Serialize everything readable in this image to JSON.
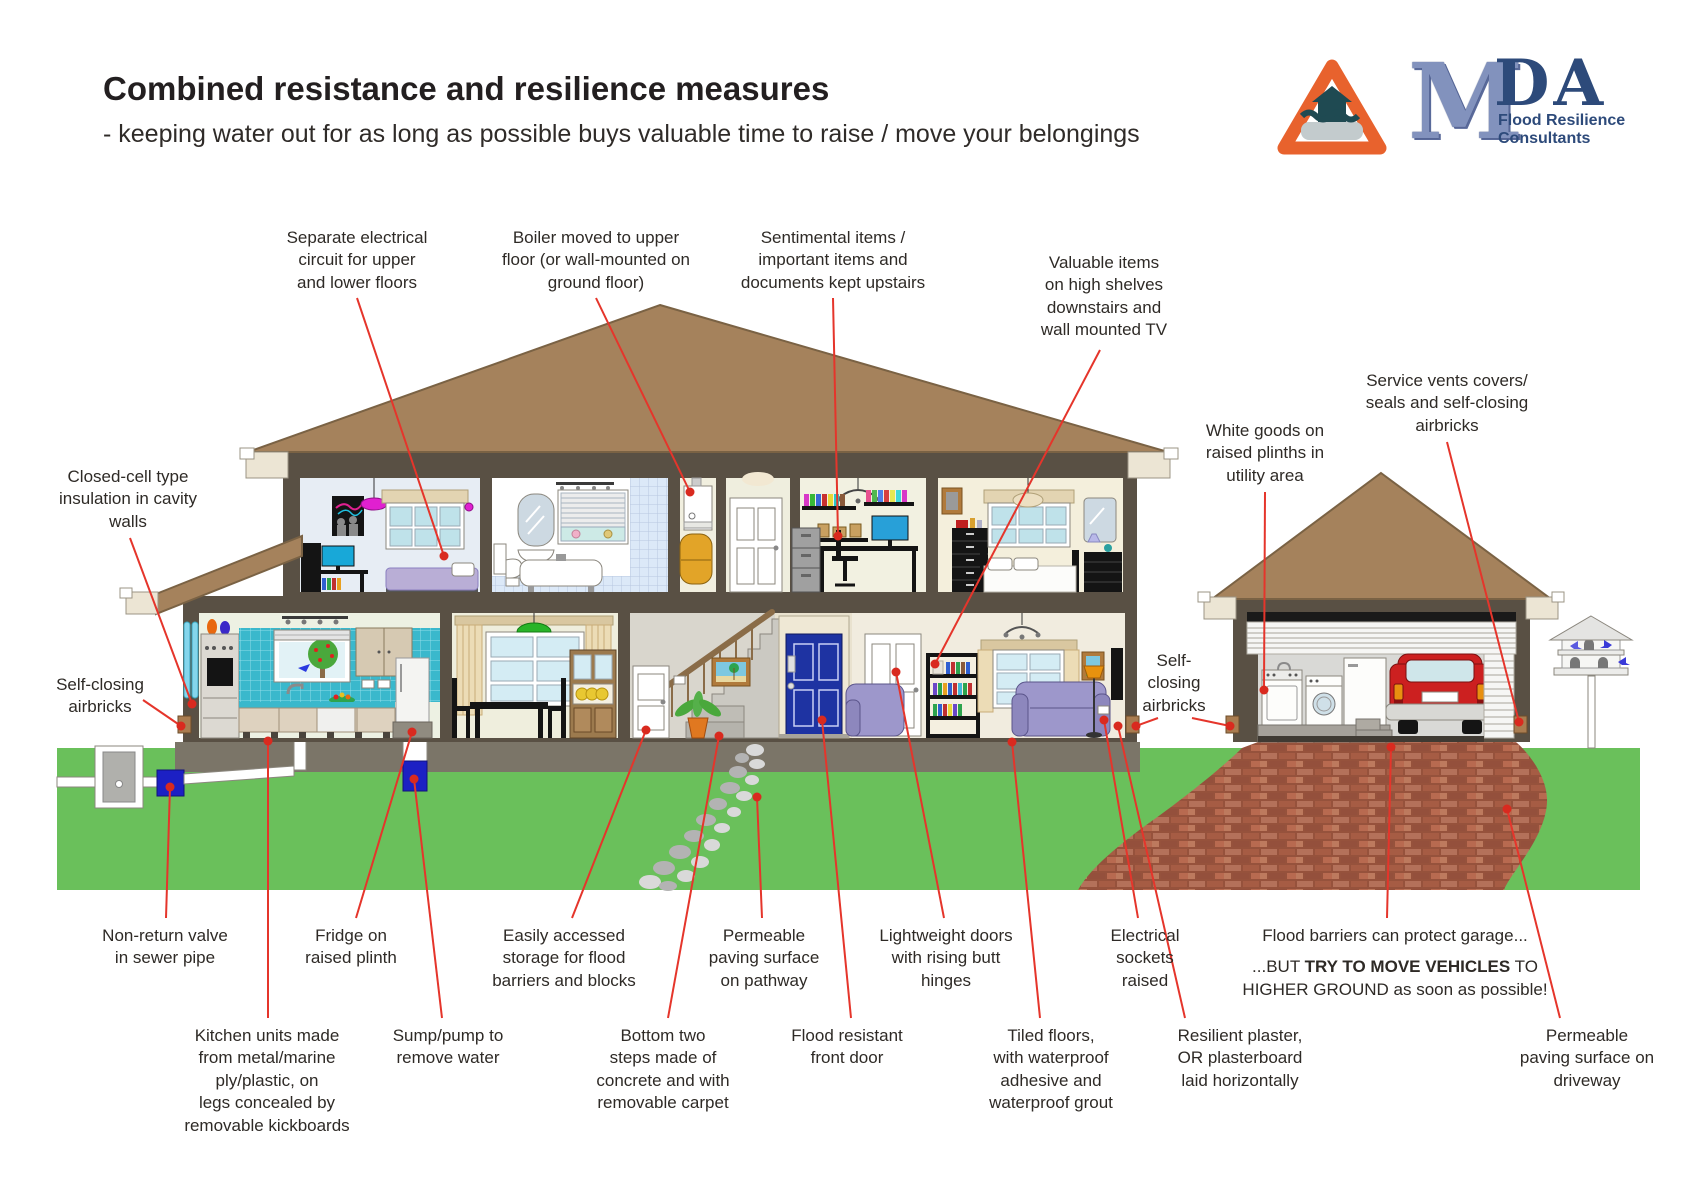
{
  "header": {
    "title": "Combined resistance and resilience measures",
    "subtitle": "- keeping water out for as long as possible buys valuable time to raise / move your belongings"
  },
  "logo": {
    "m": "M",
    "da": "DA",
    "tagline1": "Flood Resilience",
    "tagline2": "Consultants"
  },
  "callouts": {
    "separate_circuit": "Separate electrical\ncircuit for upper\nand lower floors",
    "boiler": "Boiler moved to upper\nfloor (or wall-mounted on\nground floor)",
    "sentimental": "Sentimental items /\nimportant items and\ndocuments kept upstairs",
    "valuable": "Valuable items\non high shelves\ndownstairs and\nwall mounted TV",
    "white_goods": "White goods on\nraised plinths in\nutility area",
    "service_vents": "Service vents covers/\nseals and self-closing\nairbricks",
    "insulation": "Closed-cell type\ninsulation in cavity\nwalls",
    "airbricks_left": "Self-closing\nairbricks",
    "airbricks_mid": "Self-\nclosing\nairbricks",
    "non_return": "Non-return valve\nin sewer pipe",
    "fridge": "Fridge on\nraised plinth",
    "storage": "Easily accessed\nstorage for flood\nbarriers and blocks",
    "paving_path": "Permeable\npaving surface\non pathway",
    "lightweight_doors": "Lightweight doors\nwith rising butt\nhinges",
    "sockets": "Electrical\nsockets\nraised",
    "kitchen_units": "Kitchen units made\nfrom metal/marine\nply/plastic, on\nlegs concealed by\nremovable kickboards",
    "sump": "Sump/pump to\nremove water",
    "steps": "Bottom two\nsteps made of\nconcrete and with\nremovable carpet",
    "front_door": "Flood resistant\nfront door",
    "tiled_floors": "Tiled floors,\nwith waterproof\nadhesive and\nwaterproof grout",
    "plaster": "Resilient plaster,\nOR plasterboard\nlaid horizontally",
    "paving_drive": "Permeable\npaving surface on\ndriveway"
  },
  "garage_note": {
    "line1": "Flood barriers can protect garage...",
    "pre": "...BUT ",
    "bold": "TRY TO MOVE VEHICLES",
    "post": " TO",
    "line3": "HIGHER GROUND as soon as possible!"
  },
  "colors": {
    "accent_red": "#e5352b",
    "grass": "#6ac05b",
    "roof": "#a5825c",
    "wall": "#595044",
    "front_door_blue": "#1e33a2",
    "driveway_brick": "#b4715a"
  }
}
